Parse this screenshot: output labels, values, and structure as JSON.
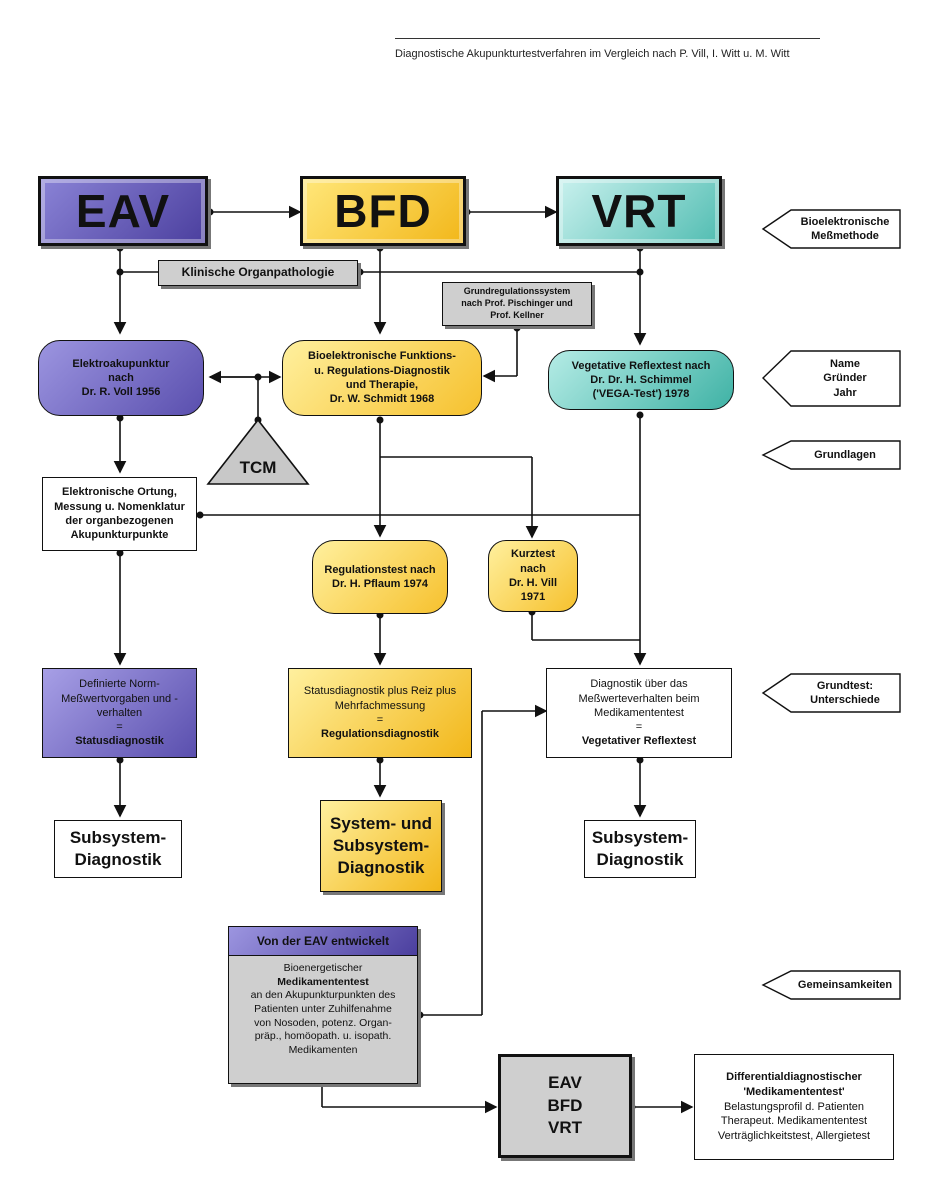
{
  "header": {
    "title": "Diagnostische Akupunkturtestverfahren im Vergleich nach P. Vill, I. Witt u. M. Witt"
  },
  "methods": {
    "eav": "EAV",
    "bfd": "BFD",
    "vrt": "VRT"
  },
  "klinische": "Klinische Organpathologie",
  "grundregulation": "Grundregulationssystem\nnach Prof. Pischinger und\nProf. Kellner",
  "founders": {
    "eav": "Elektroakupunktur\nnach\nDr. R. Voll 1956",
    "bfd": "Bioelektronische Funktions-\nu. Regulations-Diagnostik\nund Therapie,\nDr. W. Schmidt 1968",
    "vrt": "Vegetative Reflextest nach\nDr. Dr. H. Schimmel\n('VEGA-Test') 1978"
  },
  "tcm": "TCM",
  "elektronische": "Elektronische Ortung,\nMessung u. Nomenklatur\nder organbezogenen\nAkupunkturpunkte",
  "regulationstest": "Regulationstest nach\nDr. H. Pflaum 1974",
  "kurztest": "Kurztest\nnach\nDr. H. Vill\n1971",
  "status": {
    "eav": {
      "line1": "Definierte Norm-\nMeßwertvorgaben und -\nverhalten",
      "eq": "=",
      "result": "Statusdiagnostik"
    },
    "bfd": {
      "line1": "Statusdiagnostik plus Reiz plus\nMehrfachmessung",
      "eq": "=",
      "result": "Regulationsdiagnostik"
    },
    "vrt": {
      "line1": "Diagnostik über das\nMeßwerteverhalten beim\nMedikamententest",
      "eq": "=",
      "result": "Vegetativer Reflextest"
    }
  },
  "subsystem": {
    "eav": "Subsystem-\nDiagnostik",
    "bfd": "System- und\nSubsystem-\nDiagnostik",
    "vrt": "Subsystem-\nDiagnostik"
  },
  "eav_dev": {
    "header": "Von der EAV entwickelt",
    "line1": "Bioenergetischer",
    "bold": "Medikamententest",
    "rest": "an den Akupunkturpunkten des\nPatienten unter Zuhilfenahme\nvon Nosoden, potenz. Organ-\npräp., homöopath. u. isopath.\nMedikamenten"
  },
  "combined": "EAV\nBFD\nVRT",
  "differential": {
    "title": "Differentialdiagnostischer\n'Medikamententest'",
    "body": "Belastungsprofil d. Patienten\nTherapeut. Medikamententest\nVerträglichkeitstest, Allergietest"
  },
  "side_labels": {
    "bioelektronische": "Bioelektronische\nMeßmethode",
    "name": "Name\nGründer\nJahr",
    "grundlagen": "Grundlagen",
    "grundtest": "Grundtest:\nUnterschiede",
    "gemeinsamkeiten": "Gemeinsamkeiten"
  },
  "colors": {
    "eav": "#5a4fae",
    "bfd": "#f2b71a",
    "vrt": "#52bdb2",
    "gray": "#cfcfcf"
  }
}
